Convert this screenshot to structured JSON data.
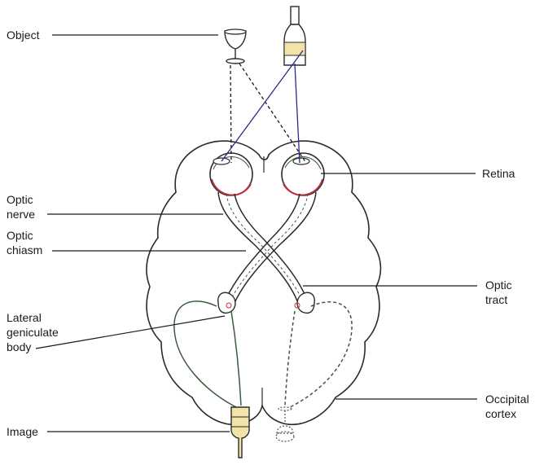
{
  "labels": {
    "object": "Object",
    "optic_nerve_1": "Optic",
    "optic_nerve_2": "nerve",
    "optic_chiasm_1": "Optic",
    "optic_chiasm_2": "chiasm",
    "lgb_1": "Lateral",
    "lgb_2": "geniculate",
    "lgb_3": "body",
    "image": "Image",
    "retina": "Retina",
    "optic_tract_1": "Optic",
    "optic_tract_2": "tract",
    "occipital_1": "Occipital",
    "occipital_2": "cortex"
  },
  "colors": {
    "outline": "#2b2b2b",
    "leader": "#1a1a1a",
    "retina": "#c0303a",
    "ray": "#2a2a8a",
    "pathway_green": "#3a5a3a",
    "bottle_fill": "#f2e3a8"
  }
}
